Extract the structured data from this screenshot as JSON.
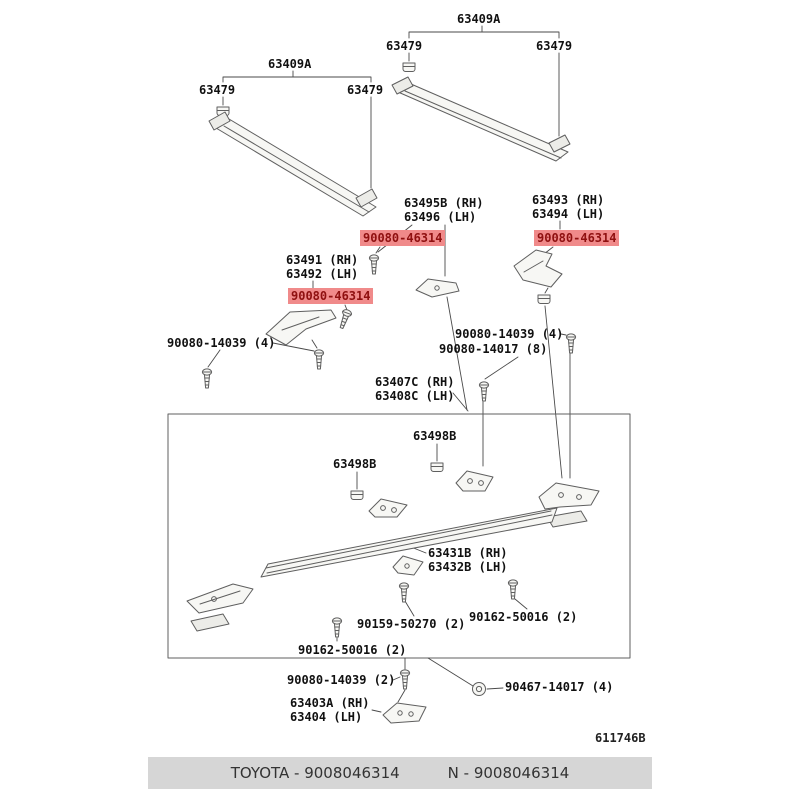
{
  "diagram": {
    "labels": {
      "p63409a": "63409A",
      "p63479": "63479",
      "p63495b_rh": "63495B (RH)",
      "p63496_lh": "63496 (LH)",
      "p63493_rh": "63493 (RH)",
      "p63494_lh": "63494 (LH)",
      "p90080_46314": "90080-46314",
      "p63491_rh": "63491 (RH)",
      "p63492_lh": "63492 (LH)",
      "p90080_14039_4": "90080-14039 (4)",
      "p90080_14017_8": "90080-14017 (8)",
      "p63407c_rh": "63407C (RH)",
      "p63408c_lh": "63408C (LH)",
      "p63498b": "63498B",
      "p63431b_rh": "63431B (RH)",
      "p63432b_lh": "63432B (LH)",
      "p90159_50270_2": "90159-50270 (2)",
      "p90162_50016_2": "90162-50016 (2)",
      "p90080_14039_2": "90080-14039 (2)",
      "p90467_14017_4": "90467-14017 (4)",
      "p63403a_rh": "63403A (RH)",
      "p63404_lh": "63404 (LH)"
    },
    "doc_code": "611746B"
  },
  "footer": {
    "brand_part": "TOYOTA - 9008046314",
    "n_part": "N - 9008046314"
  },
  "icons": {
    "screw": "screw-icon",
    "clip": "retainer-clip-icon",
    "grommet": "grommet-icon"
  },
  "colors": {
    "highlight-bg": "#f08a8a",
    "highlight-text": "#8f1010",
    "line-color": "#5f5f5f",
    "label-color": "#111111",
    "footer-bg": "#d6d6d6",
    "footer-text": "#333333"
  }
}
